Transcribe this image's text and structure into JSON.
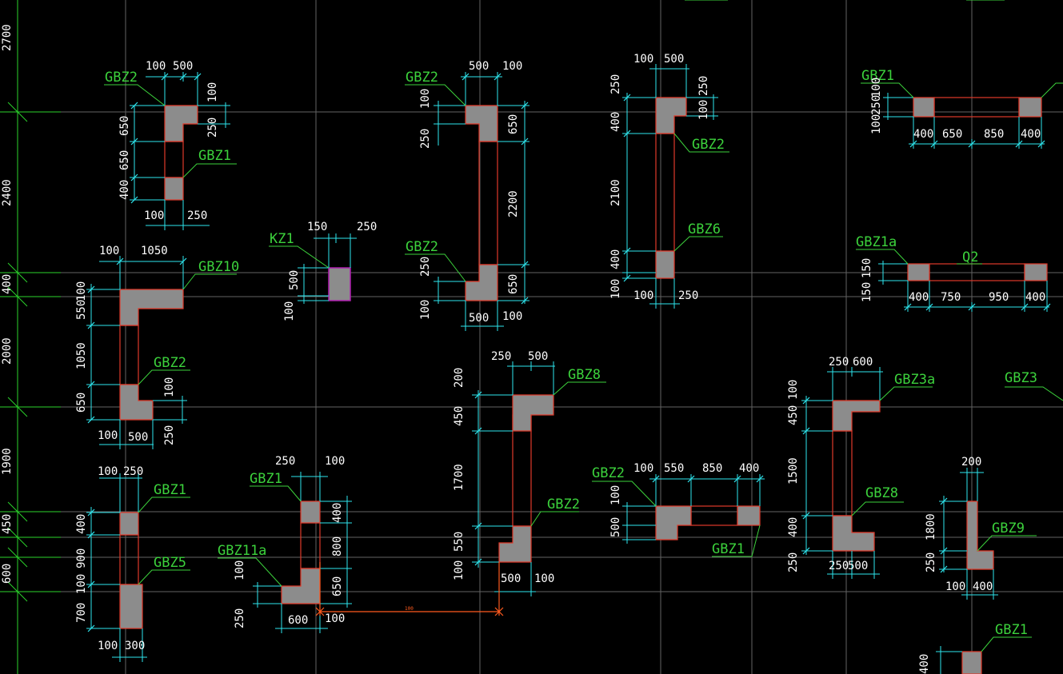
{
  "axis_labels": [
    "2700",
    "2400",
    "400",
    "2000",
    "1900",
    "450",
    "600"
  ],
  "components": [
    {
      "name": "GBZ2",
      "dims": [
        "100",
        "500",
        "100",
        "650",
        "250",
        "650"
      ]
    },
    {
      "name": "GBZ1",
      "dims": [
        "400",
        "100",
        "250"
      ]
    },
    {
      "name": "GBZ10",
      "dims": [
        "100",
        "1050",
        "100",
        "550"
      ]
    },
    {
      "name": "GBZ2",
      "dims": [
        "1050",
        "650",
        "100",
        "100",
        "500",
        "250"
      ]
    },
    {
      "name": "GBZ1",
      "dims": [
        "100",
        "250",
        "400",
        "900"
      ]
    },
    {
      "name": "GBZ5",
      "dims": [
        "100",
        "700",
        "100",
        "300"
      ]
    },
    {
      "name": "KZ1",
      "dims": [
        "150",
        "250",
        "500",
        "100"
      ]
    },
    {
      "name": "GBZ1",
      "dims": [
        "250",
        "100",
        "400",
        "800"
      ]
    },
    {
      "name": "GBZ11a",
      "dims": [
        "100",
        "250",
        "600",
        "100",
        "650"
      ]
    },
    {
      "name": "GBZ2",
      "dims": [
        "500",
        "100",
        "100",
        "250",
        "650"
      ]
    },
    {
      "name": "GBZ2",
      "dims": [
        "2200",
        "250",
        "100",
        "500",
        "100",
        "650"
      ]
    },
    {
      "name": "GBZ8",
      "dims": [
        "250",
        "500",
        "200",
        "450",
        "1700"
      ]
    },
    {
      "name": "GBZ2",
      "dims": [
        "550",
        "100",
        "500",
        "100"
      ]
    },
    {
      "name": "GBZ2",
      "dims": [
        "100",
        "500",
        "250",
        "400",
        "100",
        "250"
      ]
    },
    {
      "name": "GBZ6",
      "dims": [
        "2100",
        "400",
        "100",
        "100",
        "250"
      ]
    },
    {
      "name": "GBZ2",
      "dims": [
        "100",
        "550",
        "850",
        "400",
        "100",
        "500"
      ]
    },
    {
      "name": "GBZ1",
      "dims": []
    },
    {
      "name": "GBZ1",
      "dims": [
        "100",
        "250",
        "100",
        "400",
        "650",
        "850",
        "400"
      ]
    },
    {
      "name": "GBZ1a",
      "dims": [
        "150",
        "150",
        "400",
        "750",
        "950",
        "400"
      ]
    },
    {
      "name": "Q2",
      "dims": []
    },
    {
      "name": "GBZ3a",
      "dims": [
        "250",
        "600",
        "100",
        "450",
        "1500"
      ]
    },
    {
      "name": "GBZ8",
      "dims": [
        "400",
        "250",
        "250",
        "500"
      ]
    },
    {
      "name": "GBZ3",
      "dims": []
    },
    {
      "name": "GBZ9",
      "dims": [
        "200",
        "1800",
        "250",
        "100",
        "400"
      ]
    },
    {
      "name": "GBZ1",
      "dims": [
        "400"
      ]
    }
  ],
  "measure_tag": "100",
  "colors": {
    "background": "#000000",
    "axis": "#2bd32b",
    "grid": "#b4b4b4",
    "dimension": "#2ee6ee",
    "outline": "#e03a2a",
    "fill": "#8c8c8c",
    "label": "#3cd23c",
    "column": "#b01fb0",
    "measure": "#ff5a1e"
  }
}
